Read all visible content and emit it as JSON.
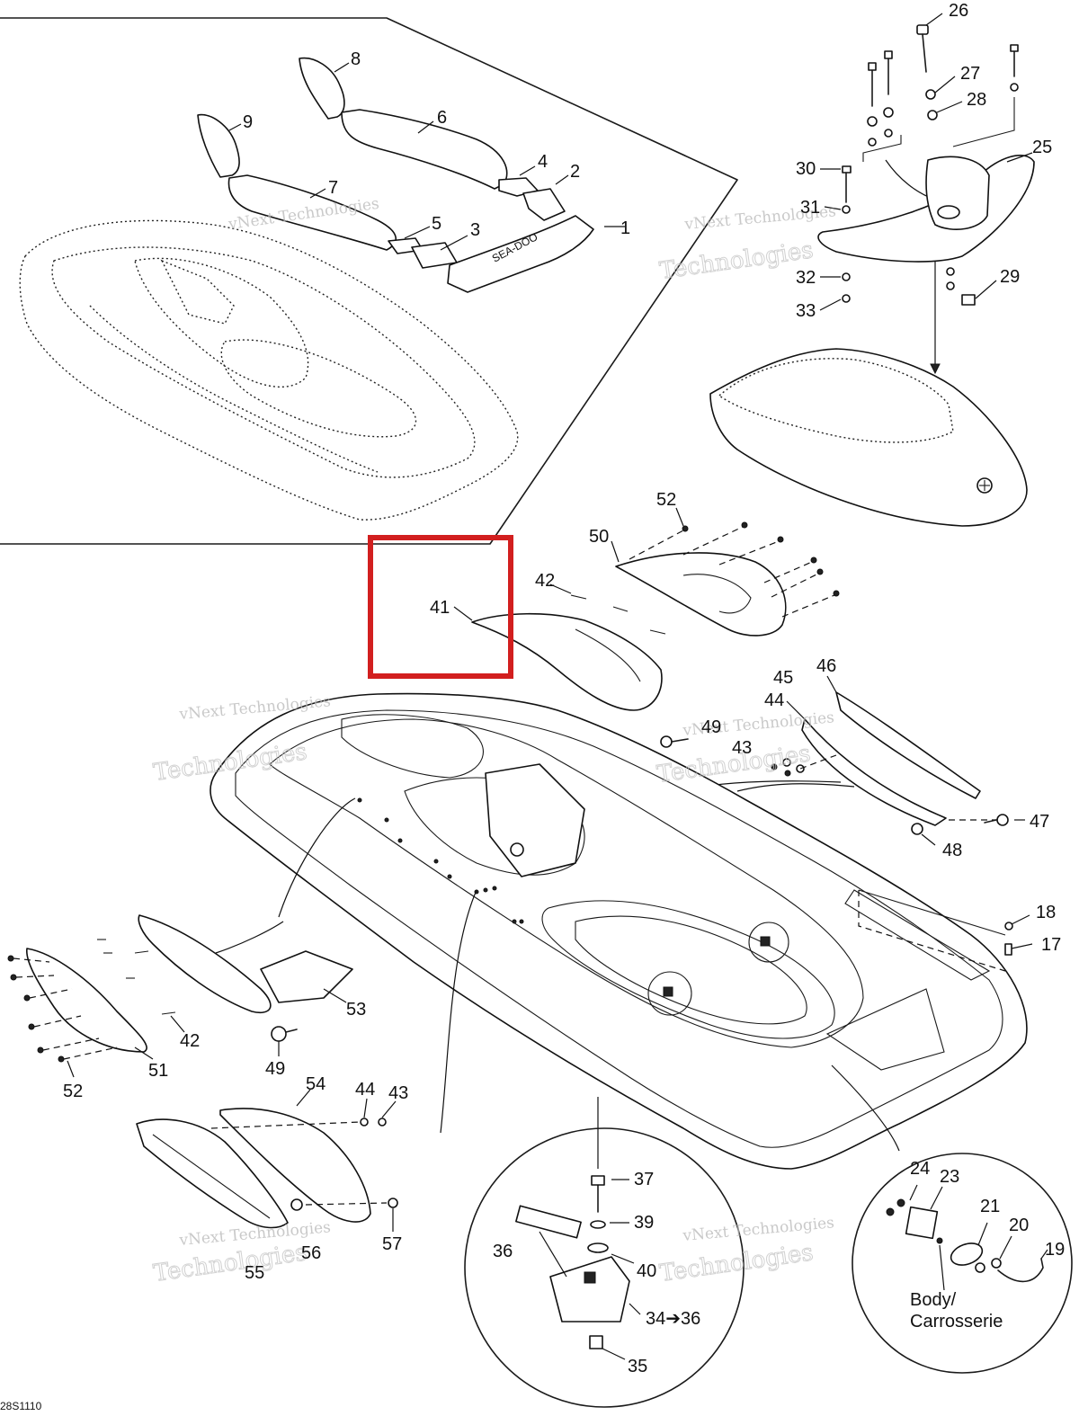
{
  "drawing_code": "28S1110",
  "watermark": {
    "line1": "vNext Technologies",
    "line2": "Technologies"
  },
  "callouts": [
    {
      "id": "c1",
      "text": "1"
    },
    {
      "id": "c2",
      "text": "2"
    },
    {
      "id": "c3",
      "text": "3"
    },
    {
      "id": "c4",
      "text": "4"
    },
    {
      "id": "c5",
      "text": "5"
    },
    {
      "id": "c6",
      "text": "6"
    },
    {
      "id": "c7",
      "text": "7"
    },
    {
      "id": "c8",
      "text": "8"
    },
    {
      "id": "c9",
      "text": "9"
    },
    {
      "id": "c17",
      "text": "17"
    },
    {
      "id": "c18",
      "text": "18"
    },
    {
      "id": "c19",
      "text": "19"
    },
    {
      "id": "c20",
      "text": "20"
    },
    {
      "id": "c21",
      "text": "21"
    },
    {
      "id": "c23",
      "text": "23"
    },
    {
      "id": "c24",
      "text": "24"
    },
    {
      "id": "c25",
      "text": "25"
    },
    {
      "id": "c26",
      "text": "26"
    },
    {
      "id": "c27",
      "text": "27"
    },
    {
      "id": "c28",
      "text": "28"
    },
    {
      "id": "c29",
      "text": "29"
    },
    {
      "id": "c30",
      "text": "30"
    },
    {
      "id": "c31",
      "text": "31"
    },
    {
      "id": "c32",
      "text": "32"
    },
    {
      "id": "c33",
      "text": "33"
    },
    {
      "id": "c34",
      "text": "34➔36"
    },
    {
      "id": "c35",
      "text": "35"
    },
    {
      "id": "c36",
      "text": "36"
    },
    {
      "id": "c37",
      "text": "37"
    },
    {
      "id": "c39",
      "text": "39"
    },
    {
      "id": "c40",
      "text": "40"
    },
    {
      "id": "c41",
      "text": "41"
    },
    {
      "id": "c42a",
      "text": "42"
    },
    {
      "id": "c42b",
      "text": "42"
    },
    {
      "id": "c43a",
      "text": "43"
    },
    {
      "id": "c43b",
      "text": "43"
    },
    {
      "id": "c44a",
      "text": "44"
    },
    {
      "id": "c44b",
      "text": "44"
    },
    {
      "id": "c45",
      "text": "45"
    },
    {
      "id": "c46",
      "text": "46"
    },
    {
      "id": "c47",
      "text": "47"
    },
    {
      "id": "c48",
      "text": "48"
    },
    {
      "id": "c49a",
      "text": "49"
    },
    {
      "id": "c49b",
      "text": "49"
    },
    {
      "id": "c50",
      "text": "50"
    },
    {
      "id": "c51",
      "text": "51"
    },
    {
      "id": "c52a",
      "text": "52"
    },
    {
      "id": "c52b",
      "text": "52"
    },
    {
      "id": "c53",
      "text": "53"
    },
    {
      "id": "c54",
      "text": "54"
    },
    {
      "id": "c55",
      "text": "55"
    },
    {
      "id": "c56",
      "text": "56"
    },
    {
      "id": "c57",
      "text": "57"
    }
  ],
  "body_note": {
    "line1": "Body/",
    "line2": "Carrosserie"
  },
  "mat_logo": "SEA-DOO",
  "highlight": {
    "target_part": "41",
    "color": "#d21f1f"
  }
}
